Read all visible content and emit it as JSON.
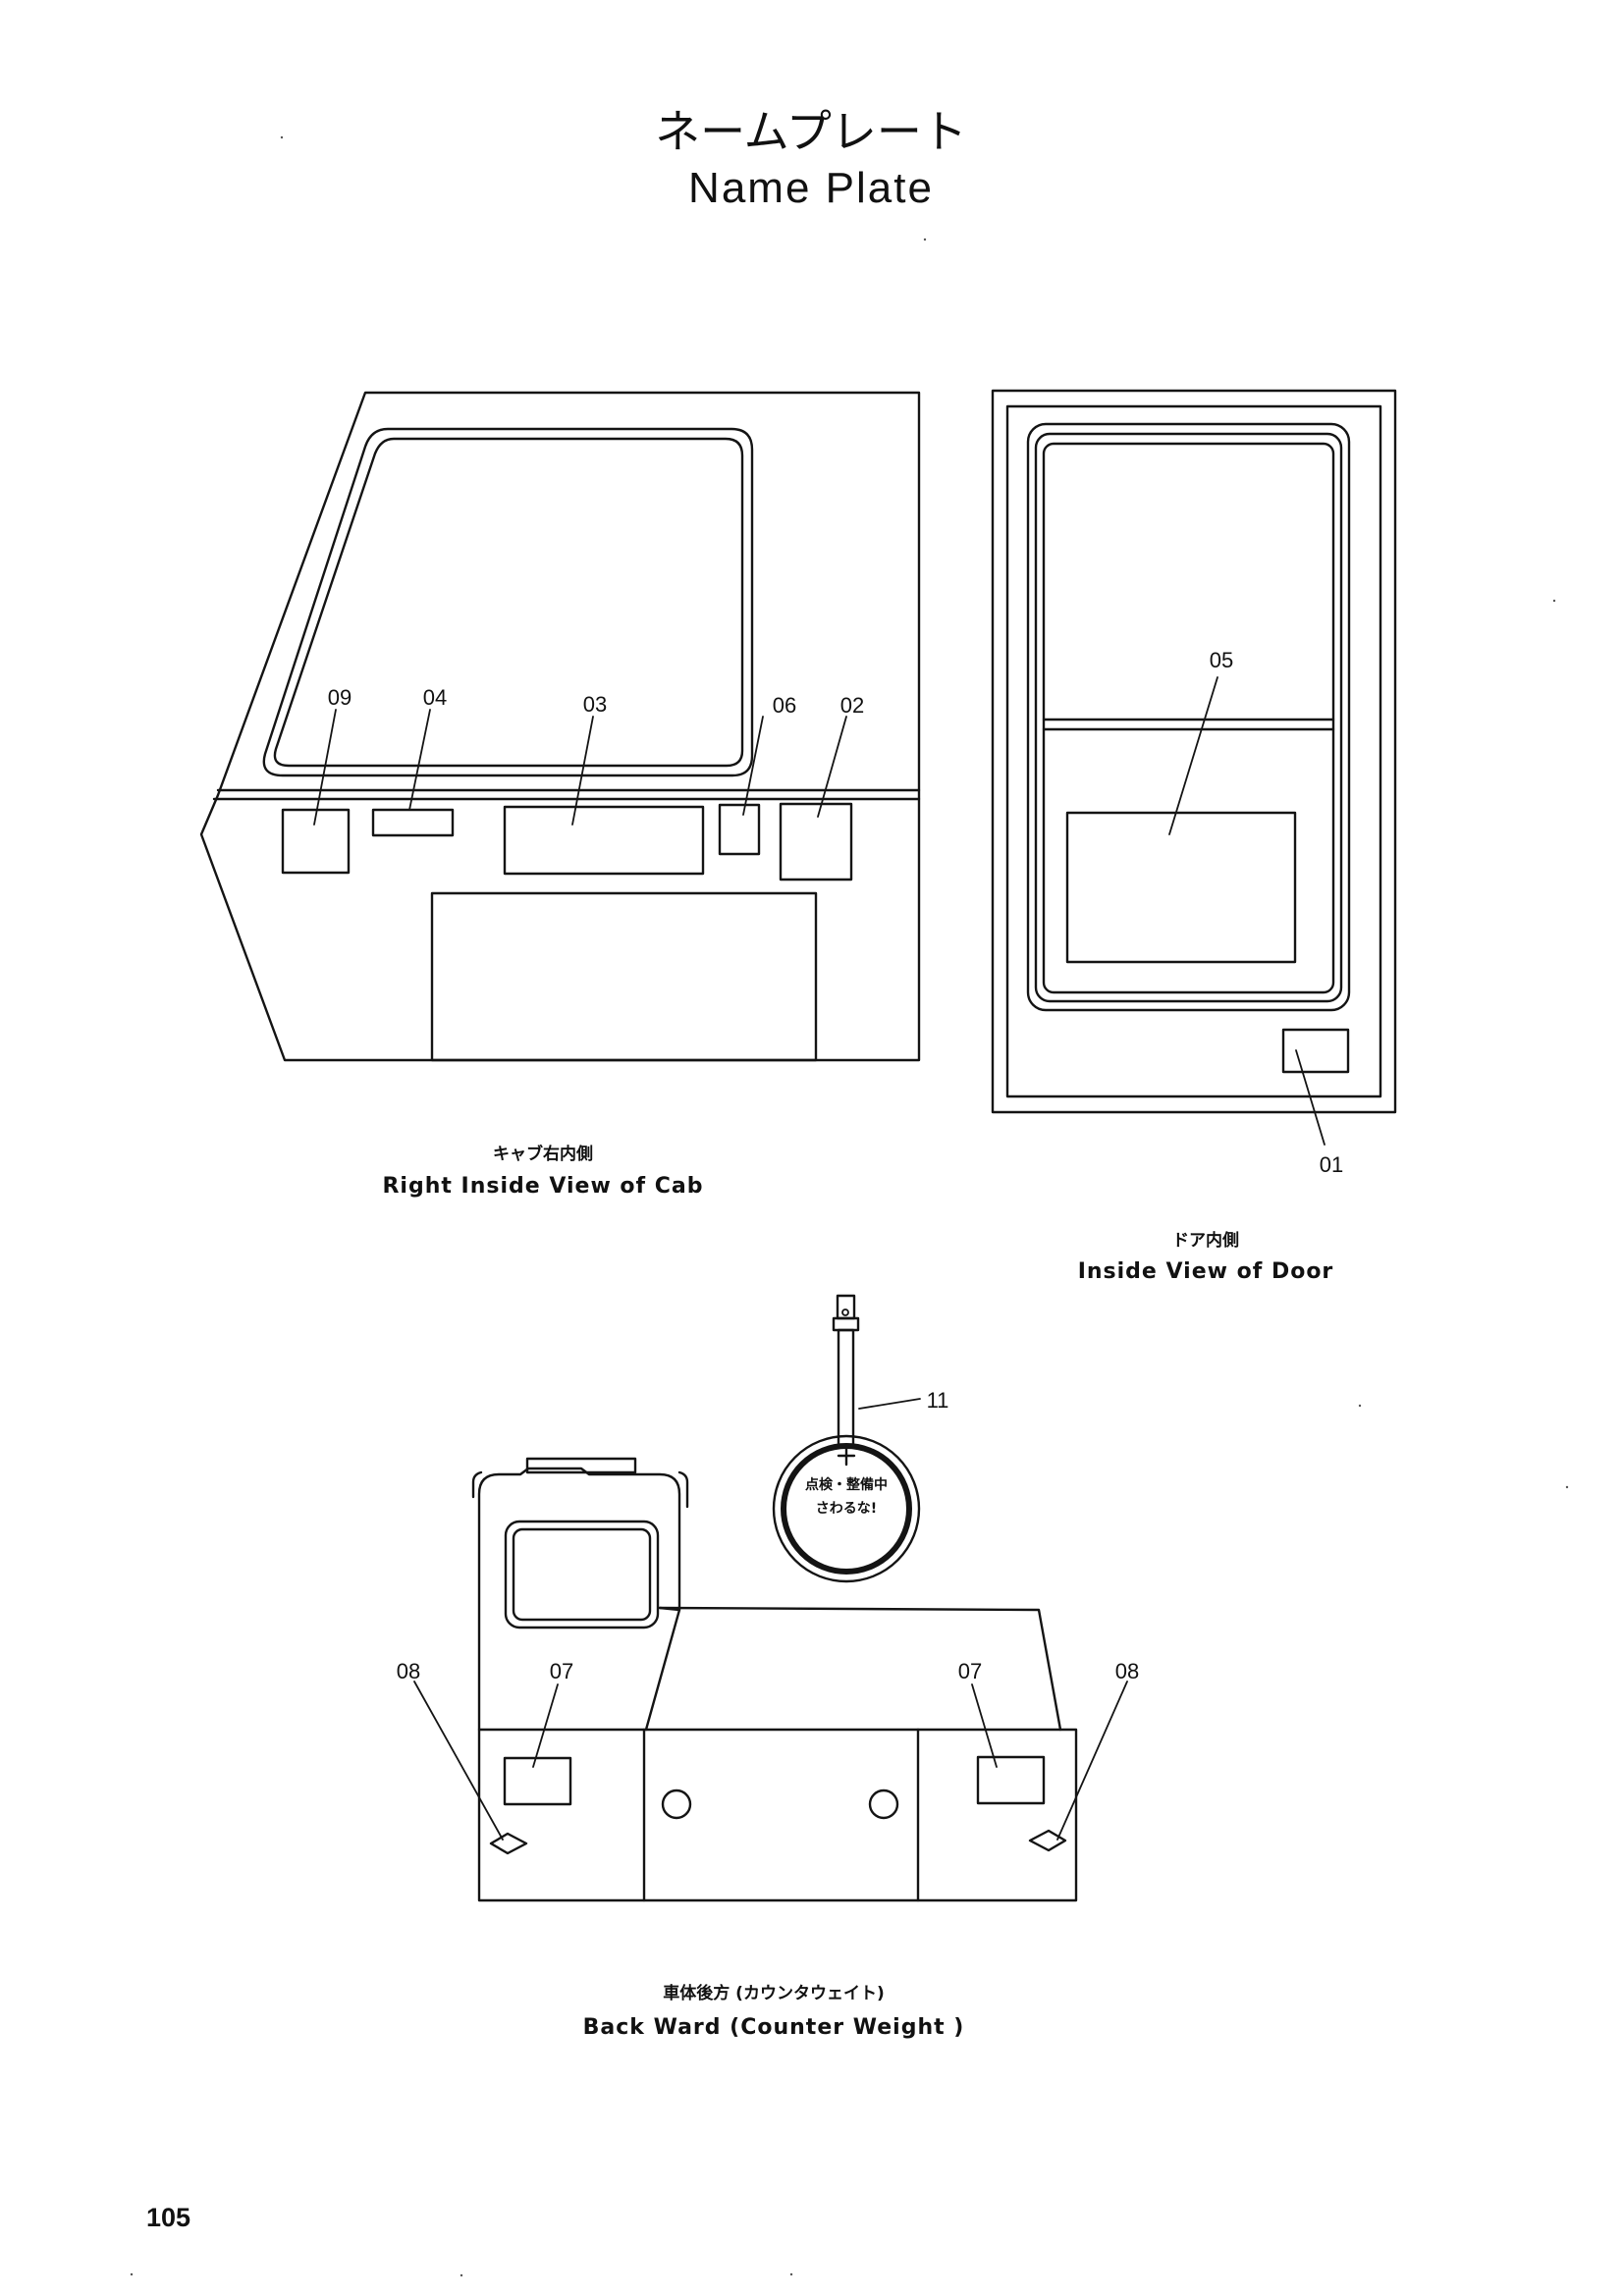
{
  "title": {
    "jp": "ネームプレート",
    "en": "Name Plate"
  },
  "views": {
    "cab": {
      "caption_jp": "キャブ右内側",
      "caption_en": "Right  Inside  View  of  Cab"
    },
    "door": {
      "caption_jp": "ドア内側",
      "caption_en": "Inside   View  of  Door"
    },
    "back": {
      "caption_jp": "車体後方 (カウンタウェイト)",
      "caption_en": "Back  Ward  (Counter  Weight )"
    }
  },
  "callouts": {
    "c01": "01",
    "c02": "02",
    "c03": "03",
    "c04": "04",
    "c05": "05",
    "c06": "06",
    "c07a": "07",
    "c07b": "07",
    "c08a": "08",
    "c08b": "08",
    "c09": "09",
    "c11": "11"
  },
  "tag_label": {
    "line1": "点検・整備中",
    "line2": "さわるな!"
  },
  "page_number": "105"
}
